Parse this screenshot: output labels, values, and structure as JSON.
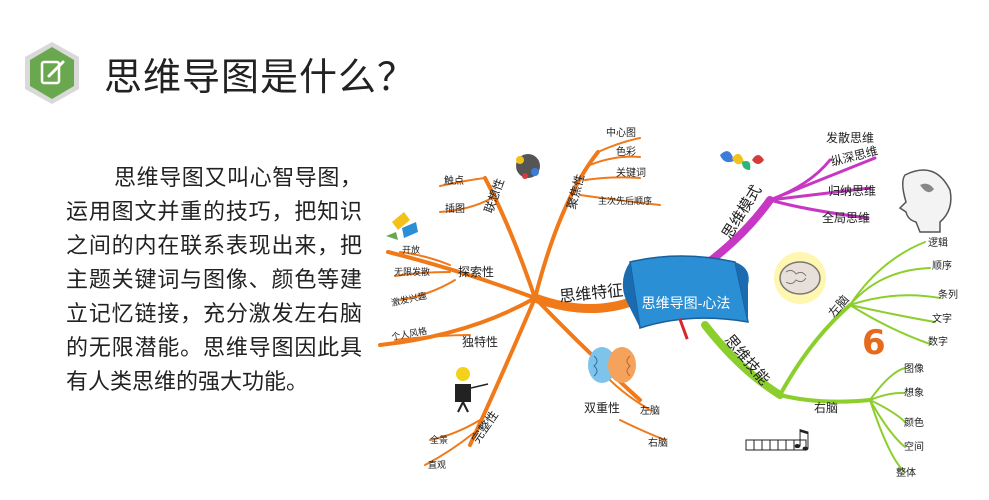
{
  "slide": {
    "title": "思维导图是什么？",
    "icon": "edit-icon",
    "body": "思维导图又叫心智导图，运用图文并重的技巧，把知识之间的内在联系表现出来，把主题关键词与图像、颜色等建立记忆链接，充分激发左右脑的无限潜能。思维导图因此具有人类思维的强大功能。"
  },
  "mindmap": {
    "center": "思维导图-心法",
    "branches": {
      "features": {
        "label": "思维特征",
        "color": "#f07a1a",
        "association": {
          "label": "联想性",
          "items": [
            "触点",
            "插图"
          ]
        },
        "focus": {
          "label": "聚焦性",
          "items": [
            "中心图",
            "色彩",
            "关键词",
            "主次先后顺序"
          ]
        },
        "exploration": {
          "label": "探索性",
          "items": [
            "开放",
            "无限发散",
            "激发兴趣"
          ]
        },
        "uniqueness": {
          "label": "独特性",
          "items": [
            "个人风格"
          ]
        },
        "completeness": {
          "label": "完整性",
          "items": [
            "全景",
            "直观"
          ]
        },
        "duality": {
          "label": "双重性",
          "items": [
            "左脑",
            "右脑"
          ]
        }
      },
      "modes": {
        "label": "思维模式",
        "color": "#c837c3",
        "items": [
          "发散思维",
          "纵深思维",
          "归纳思维",
          "全局思维"
        ]
      },
      "skills": {
        "label": "思维技能",
        "color": "#8ccf2d",
        "left_brain": {
          "label": "左脑",
          "items": [
            "逻辑",
            "顺序",
            "条列",
            "文字",
            "数字"
          ]
        },
        "right_brain": {
          "label": "右脑",
          "items": [
            "图像",
            "想象",
            "颜色",
            "空间",
            "整体"
          ]
        }
      }
    }
  }
}
